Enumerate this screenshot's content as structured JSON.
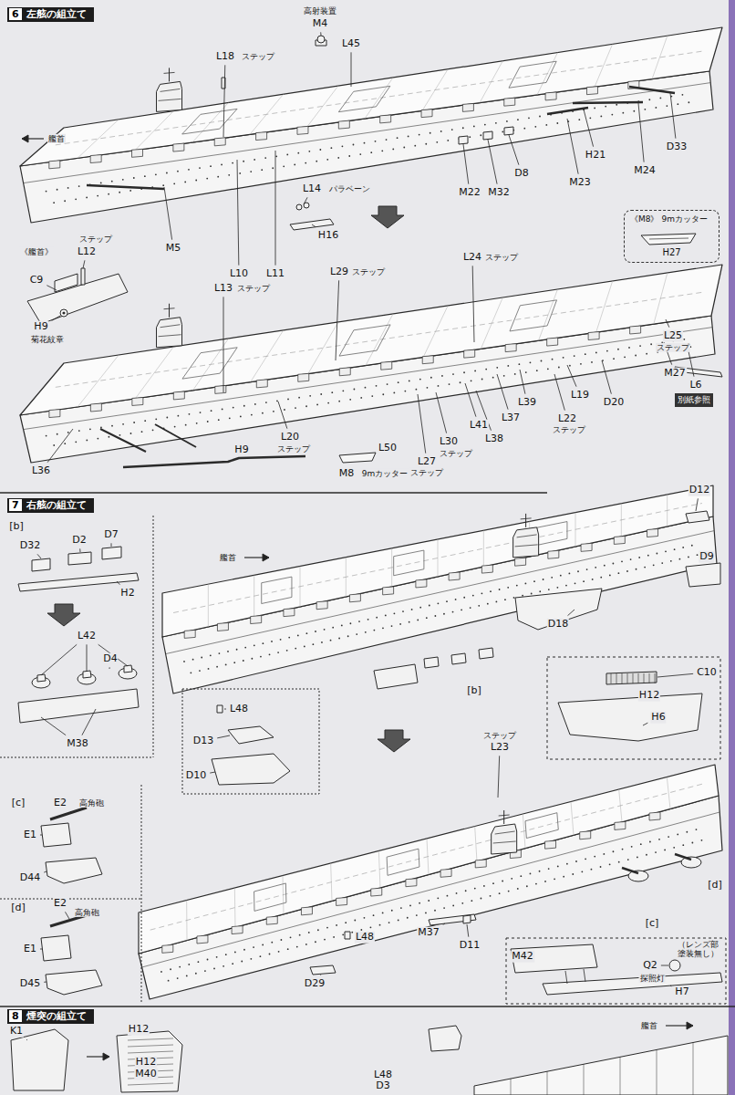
{
  "diagram": {
    "nodes": [
      {
        "text": [
          "6",
          "左舷の組立て"
        ]
      },
      {
        "text": [
          "《M8》",
          "9mカッター",
          "H27"
        ]
      },
      {
        "text": [
          "別紙参照"
        ]
      },
      {
        "text": [
          "7",
          "右舷の組立て"
        ]
      },
      {
        "text": [
          "8",
          "煙突の組立て"
        ]
      }
    ],
    "labels": [
      "L18",
      "ステップ",
      "高射装置",
      "M4",
      "L45",
      "艦首",
      "L14",
      "パラベーン",
      "H16",
      "L10",
      "L11",
      "M5",
      "M22",
      "M32",
      "D8",
      "M23",
      "H21",
      "M24",
      "D33",
      "ステップ",
      "L12",
      "《艦首》",
      "C9",
      "H9",
      "菊花紋章",
      "L13",
      "ステップ",
      "L29",
      "ステップ",
      "L24",
      "ステップ",
      "L25",
      "ステップ",
      "M27",
      "L6",
      "D20",
      "L19",
      "L22",
      "ステップ",
      "L39",
      "L37",
      "L41",
      "L38",
      "L30",
      "ステップ",
      "L27",
      "ステップ",
      "L50",
      "M8",
      "9mカッター",
      "L20",
      "ステップ",
      "L36",
      "H9",
      "[b]",
      "D32",
      "D2",
      "D7",
      "H2",
      "L42",
      "D4",
      "M38",
      "艦首",
      "D12",
      "D9",
      "D18",
      "[b]",
      "C10",
      "H12",
      "H6",
      "L48",
      "D13",
      "D10",
      "ステップ",
      "L23",
      "[c]",
      "E2",
      "高角砲",
      "E1",
      "D44",
      "[d]",
      "E2",
      "高角砲",
      "E1",
      "D45",
      "[d]",
      "[c]",
      "M37",
      "D11",
      "L48",
      "D29",
      "M42",
      "Q2",
      "探照灯",
      "（レンズ部 塗装無し）",
      "H7",
      "K1",
      "H12",
      "H12",
      "M40",
      "L48",
      "D3",
      "艦首"
    ]
  }
}
